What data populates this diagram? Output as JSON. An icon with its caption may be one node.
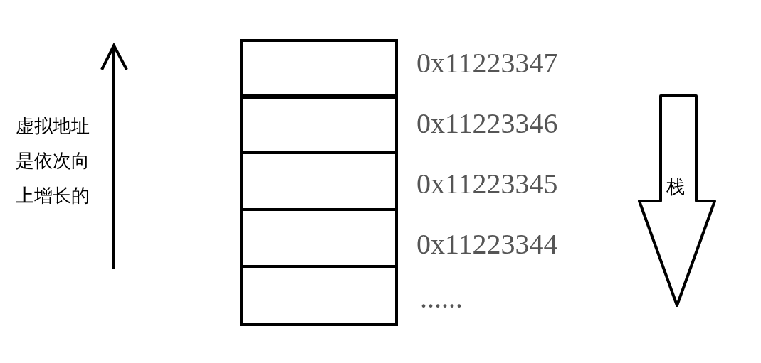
{
  "diagram": {
    "nodes": [
      {
        "text": [],
        "shape": "box"
      },
      {
        "text": [],
        "shape": "box"
      },
      {
        "text": [],
        "shape": "box"
      },
      {
        "text": [],
        "shape": "box"
      },
      {
        "text": [],
        "shape": "box"
      },
      {
        "text": [
          "栈"
        ]
      }
    ],
    "edges": [],
    "labels": [
      "虚拟地址是依次向上增长的",
      "0x11223347",
      "0x11223346",
      "0x11223345",
      "0x11223344",
      "......"
    ]
  }
}
